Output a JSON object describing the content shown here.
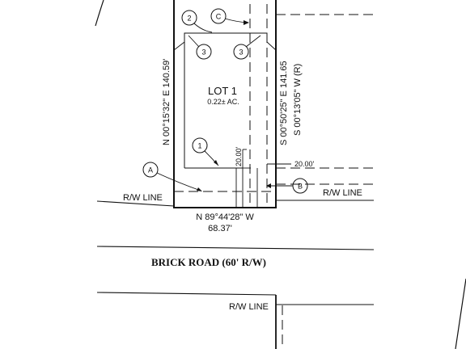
{
  "lot": {
    "label": "LOT 1",
    "area": "0.22± AC."
  },
  "bearings": {
    "west": "N 00°15'32\" E  140.59'",
    "east_a": "S 00°50'25\" E  141.65",
    "east_b": "S 00°13'05\" W  (R)",
    "south": "N 89°44'28\" W",
    "south_len": "68.37'"
  },
  "dims": {
    "vertical": "20.00'",
    "horizontal": "20.00'"
  },
  "callouts": {
    "c1": "1",
    "c2": "2",
    "c3a": "3",
    "c3b": "3",
    "cA": "A",
    "cB": "B",
    "cC": "C"
  },
  "labels": {
    "rw_left": "R/W LINE",
    "rw_right": "R/W LINE",
    "rw_bottom": "R/W LINE",
    "road": "BRICK ROAD (60' R/W)"
  }
}
